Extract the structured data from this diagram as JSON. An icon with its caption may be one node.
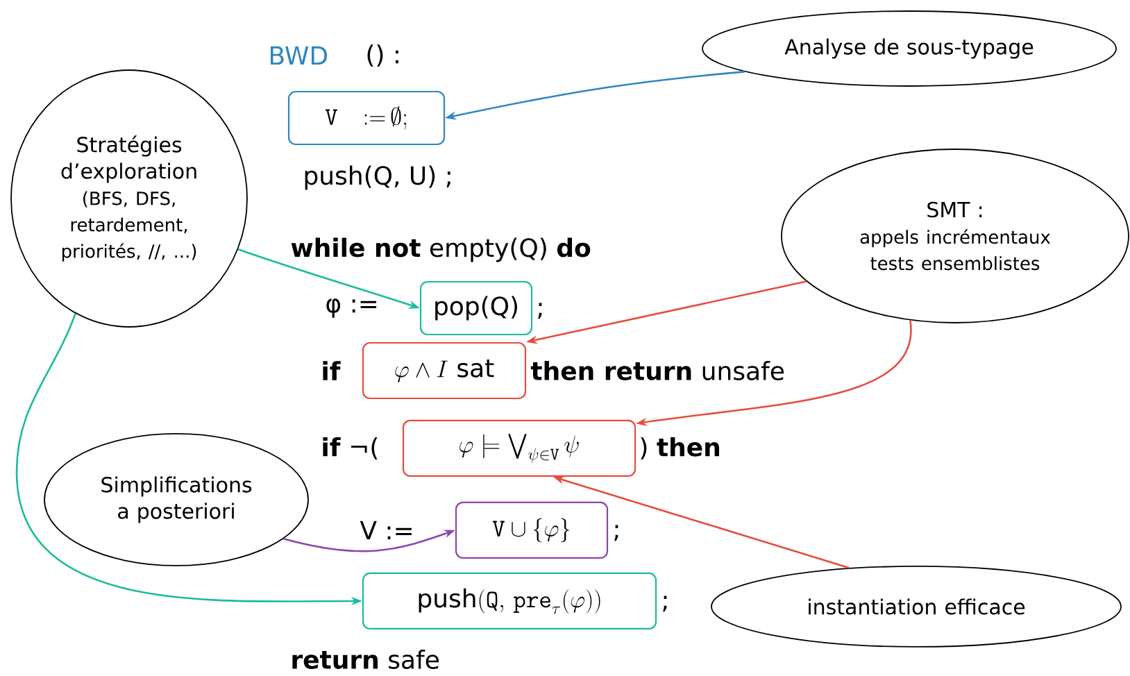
{
  "diagram": {
    "nodes": [
      {
        "text": [
          "Analyse de sous-typage"
        ]
      },
      {
        "text": [
          "Stratégies d’exploration",
          "(BFS, DFS, retardement, priorités, //, ...)"
        ]
      },
      {
        "text": [
          "SMT :",
          "appels incrémentaux tests ensemblistes"
        ]
      },
      {
        "text": [
          "Simplifications a posteriori"
        ]
      },
      {
        "text": [
          "instantiation efficace"
        ]
      },
      {
        "text": [
          "\\mathtt{V}\\quad{:=}\\,\\emptyset;"
        ]
      },
      {
        "text": [
          "pop(Q)"
        ]
      },
      {
        "text": [
          "\\varphi \\wedge I\\ \\mathrm{sat}"
        ]
      },
      {
        "text": [
          "\\varphi \\models \\bigvee_{\\psi\\in\\mathtt{V}} \\psi"
        ]
      },
      {
        "text": [
          "\\mathtt{V} \\cup \\{\\varphi\\}"
        ]
      },
      {
        "text": [
          "\\mathrm{push}(\\mathtt{Q},\\, \\mathtt{pre}_{\\tau}(\\varphi))"
        ]
      }
    ],
    "edges": [
      {
        "from": 0,
        "to": 5,
        "arrow": "to",
        "color": "#2e86c1"
      },
      {
        "from": 1,
        "to": 6,
        "arrow": "to",
        "color": "#1abc9c"
      },
      {
        "from": 1,
        "to": 10,
        "arrow": "to",
        "color": "#1abc9c"
      },
      {
        "from": 2,
        "to": 7,
        "arrow": "to"
      },
      {
        "from": 2,
        "to": 8,
        "arrow": "to"
      },
      {
        "from": 4,
        "to": 8,
        "arrow": "to"
      },
      {
        "from": 3,
        "to": 9,
        "arrow": "to",
        "color": "#8e44ad"
      }
    ],
    "labels": [
      "BWD",
      "() :",
      "push(Q, U) ;",
      "**while not** empty(Q) **do**",
      "φ :=",
      ";",
      "if",
      "**then return** unsafe",
      "**if** ¬(",
      ") **then**",
      "V :=",
      ";",
      ";",
      "**return** safe"
    ]
  }
}
